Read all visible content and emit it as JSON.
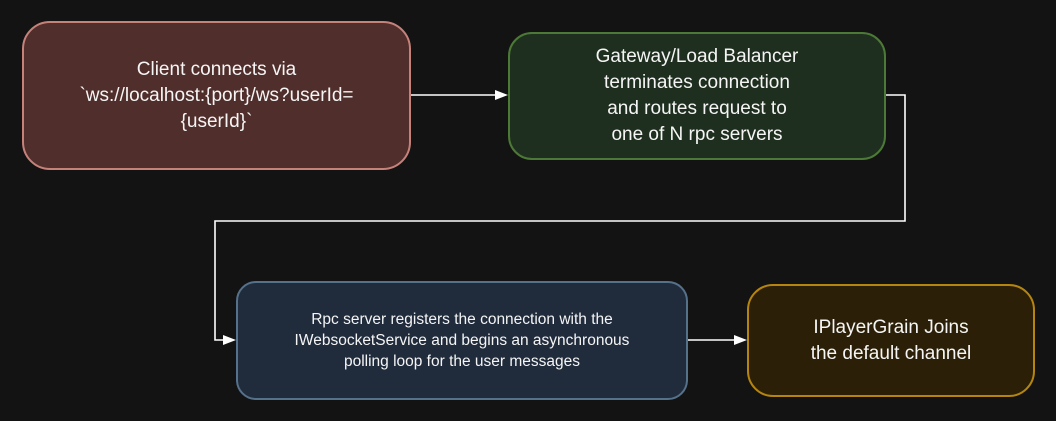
{
  "diagram": {
    "background_color": "#131313",
    "arrow_color": "#ffffff",
    "text_color": "#f5f5f5",
    "nodes": {
      "client": {
        "text": "Client connects via\n`ws://localhost:{port}/ws?userId=\n{userId}`",
        "fill": "#502e2b",
        "border": "#c5827b"
      },
      "gateway": {
        "text": "Gateway/Load Balancer\nterminates connection\nand routes request to\none of N rpc servers",
        "fill": "#1f2f1f",
        "border": "#4c7a36"
      },
      "rpc": {
        "text": "Rpc server registers the connection with the\nIWebsocketService and begins an asynchronous\npolling loop for the user messages",
        "fill": "#202b3c",
        "border": "#56718a"
      },
      "grain": {
        "text": "IPlayerGrain Joins\nthe default channel",
        "fill": "#2b2007",
        "border": "#b5850f"
      }
    }
  }
}
